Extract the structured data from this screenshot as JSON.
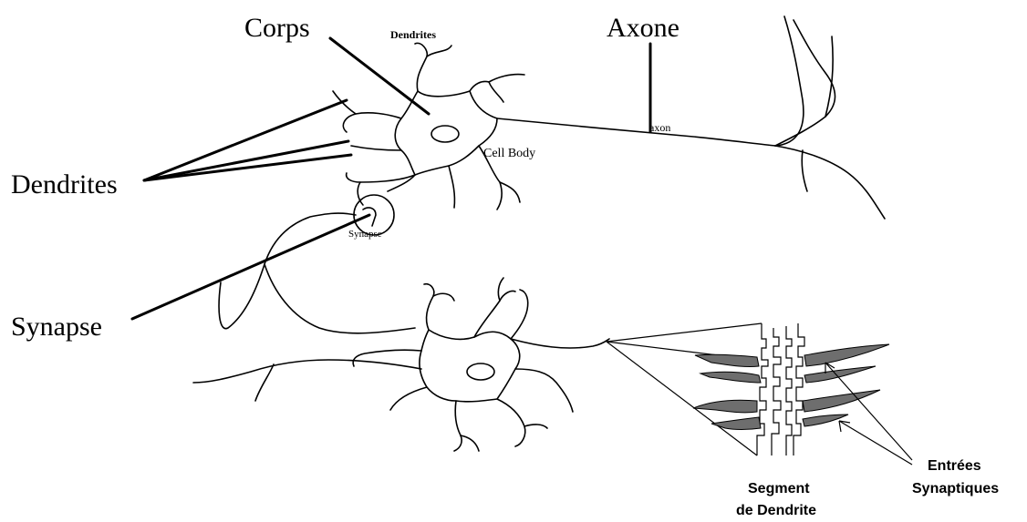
{
  "labels": {
    "corps": "Corps",
    "dendrites_top": "Dendrites",
    "axone": "Axone",
    "axon_small": "axon",
    "cell_body": "Cell Body",
    "dendrites": "Dendrites",
    "synapse_small": "Synapse",
    "synapse": "Synapse",
    "segment_line1": "Segment",
    "segment_line2": "de Dendrite",
    "entrees_line1": "Entrées",
    "entrees_line2": "Synaptiques"
  }
}
